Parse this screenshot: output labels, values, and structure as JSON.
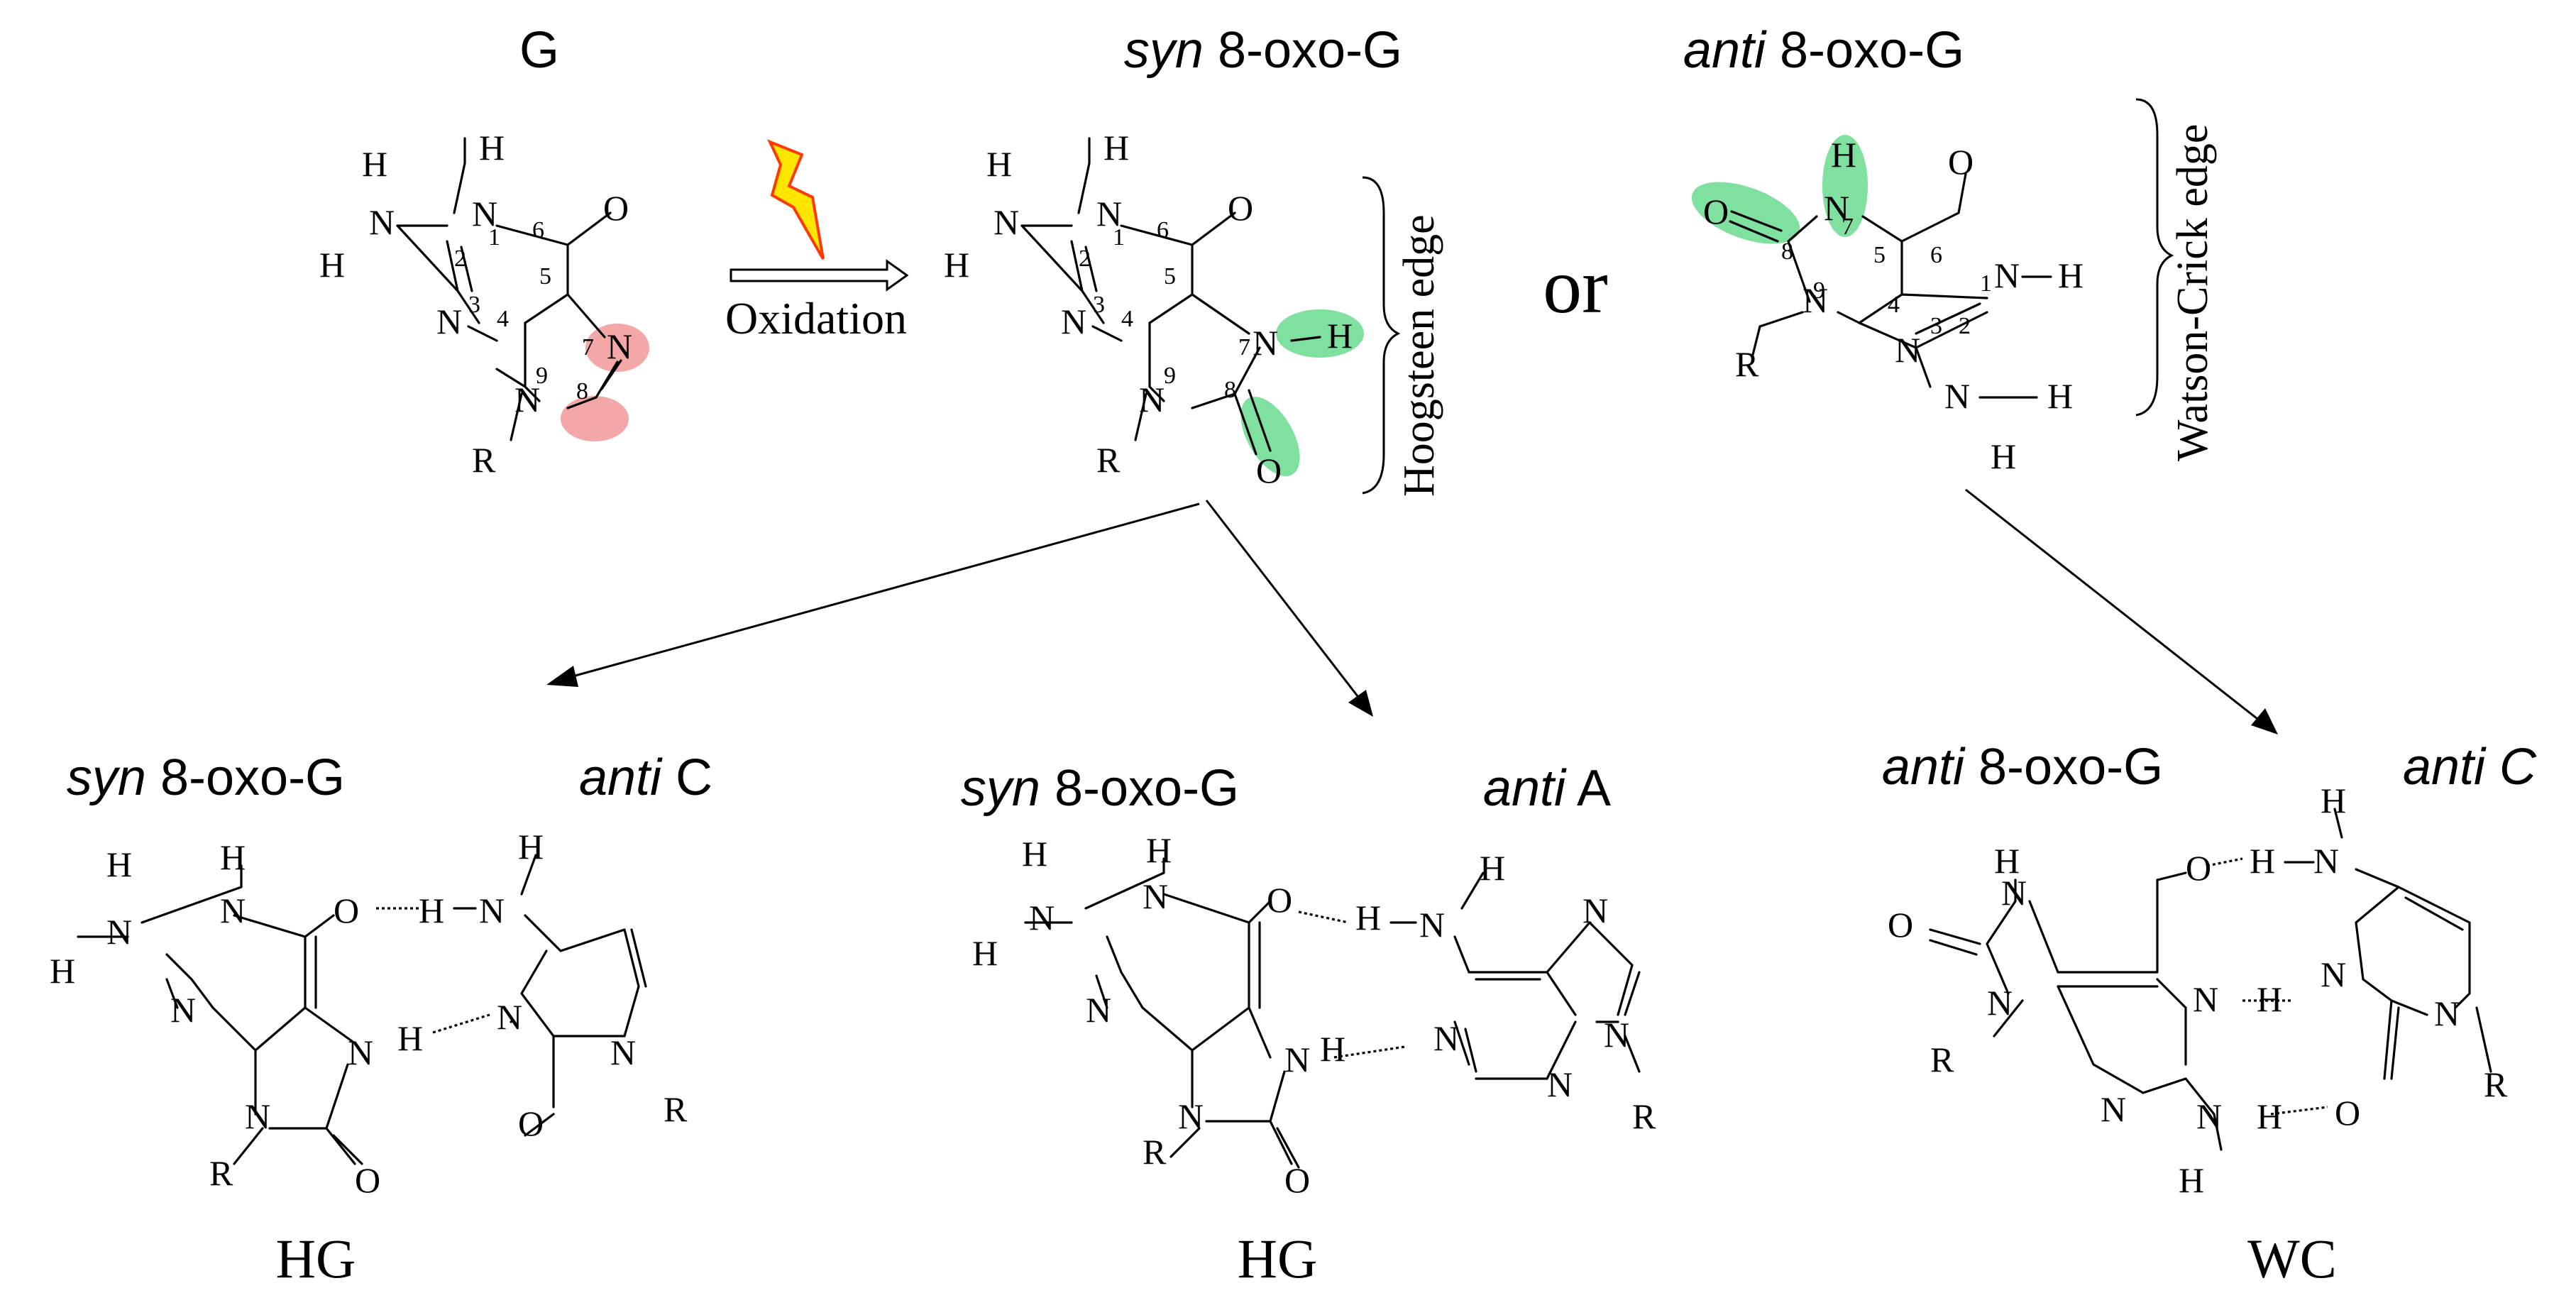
{
  "titles": {
    "g": "G",
    "syn_italic": "syn",
    "syn_oxog": " 8-oxo-G",
    "anti_italic": "anti",
    "anti_oxog": " 8-oxo-G",
    "or": "or",
    "oxidation": "Oxidation",
    "hoogsteen_edge": "Hoogsteen edge",
    "wc_edge": "Watson-Crick edge"
  },
  "pairs": [
    {
      "left_italic": "syn",
      "left_rest": " 8-oxo-G",
      "right_italic": "anti",
      "right_rest": " C",
      "type": "HG"
    },
    {
      "left_italic": "syn",
      "left_rest": " 8-oxo-G",
      "right_italic": "anti",
      "right_rest": " A",
      "type": "HG"
    },
    {
      "left_italic": "anti",
      "left_rest": " 8-oxo-G",
      "right_italic": "anti C",
      "right_rest": "",
      "type": "WC"
    }
  ],
  "atoms": {
    "H": "H",
    "N": "N",
    "O": "O",
    "R": "R"
  },
  "ring_numbers": {
    "n1": "1",
    "n2": "2",
    "n3": "3",
    "n4": "4",
    "n5": "5",
    "n6": "6",
    "n7": "7",
    "n8": "8",
    "n9": "9"
  },
  "highlight_colors": {
    "oxidation_site": "#f4a7a7",
    "modified_site": "#7fe0a0",
    "lightning_fill": "#ffe600",
    "lightning_stroke": "#ff3a00"
  }
}
